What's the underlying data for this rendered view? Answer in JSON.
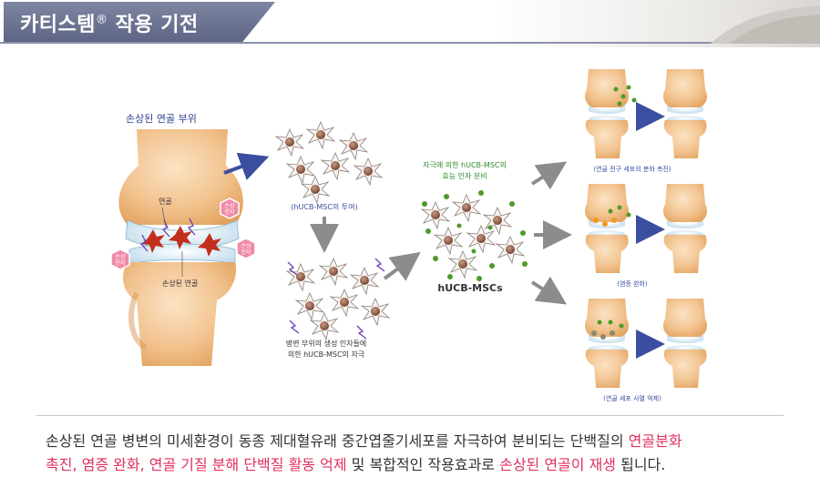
{
  "header": {
    "title_main": "카티스템",
    "title_reg": "®",
    "title_rest": " 작용 기전"
  },
  "diagram": {
    "damaged_area_label": "손상된 연골 부위",
    "cartilage_label": "연골",
    "damaged_cartilage_label": "손상된 연골",
    "damage_factor_label": "손상\n인자",
    "step1_label": "(hUCB-MSC의 투여)",
    "step2_label_line1": "병변 부위의 생성 인자들에",
    "step2_label_line2": "의한 hUCB-MSC의 자극",
    "secretion_label_line1": "자극에 의한 hUCB-MSC의",
    "secretion_label_line2": "효능 인자 분비",
    "cells_label": "hUCB-MSCs",
    "outcome1_label": "(연골 전구 세포의 분화 촉진)",
    "outcome2_label": "(염증 완화)",
    "outcome3_label": "(연골 세포 사멸 억제)"
  },
  "caption": {
    "part1": "손상된 연골 병변의 미세환경이 동종 제대혈유래 중간엽줄기세포를 자극하여 분비되는 단백질의 ",
    "hl1": "연골분화",
    "hl2": "촉진, 염증 완화, 연골 기질 분해 단백질 활동 억제",
    "part2": " 및 복합적인 작용효과로 ",
    "hl3": "손상된 연골이 재생",
    "part3": " 됩니다."
  },
  "colors": {
    "title_tab": "#6b7292",
    "accent_blue": "#2d3f8f",
    "highlight_pink": "#e0305e",
    "green_label": "#2e8b2e",
    "arrow_gray": "#8c8c8c"
  }
}
